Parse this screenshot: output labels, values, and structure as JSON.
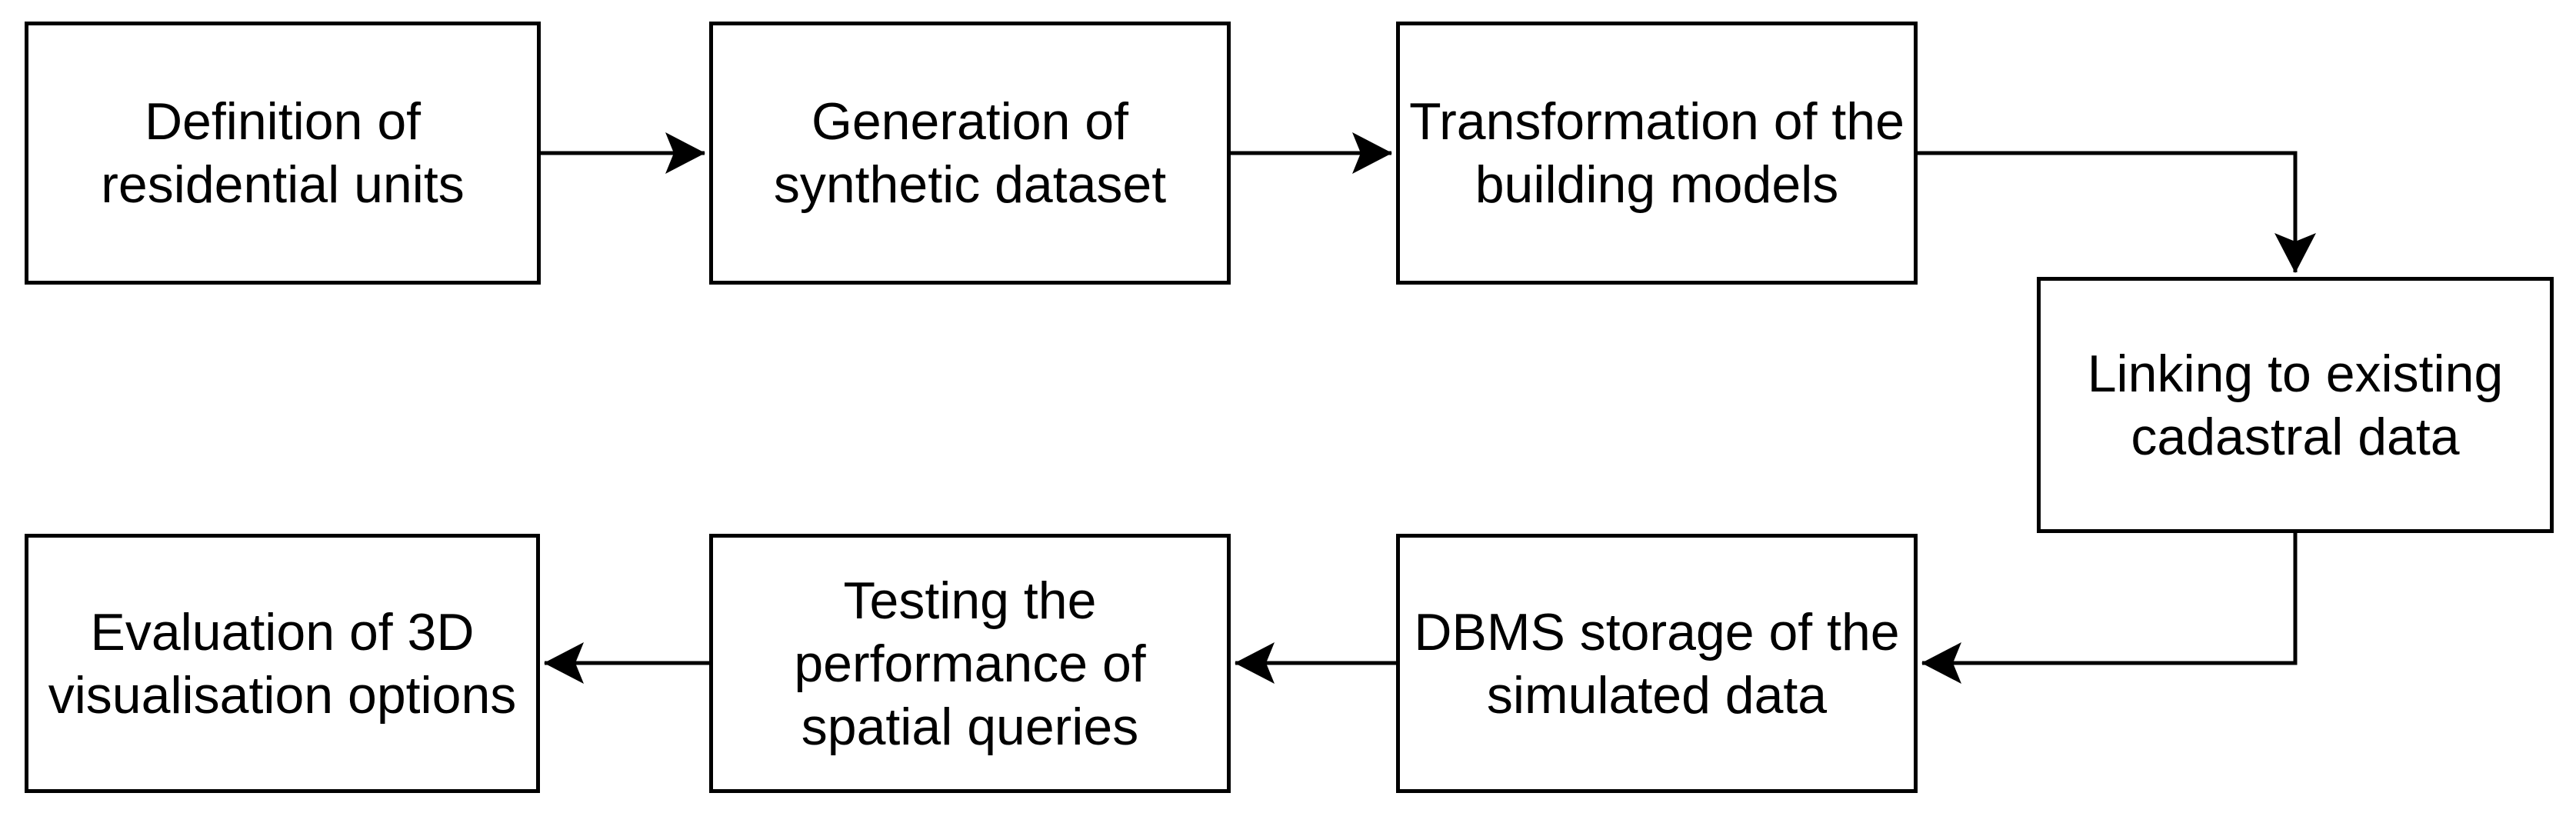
{
  "diagram": {
    "type": "flowchart",
    "background_color": "#ffffff",
    "stroke_color": "#000000",
    "text_color": "#000000",
    "nodes": [
      {
        "id": "definition-residential-units",
        "label": "Definition of\nresidential units"
      },
      {
        "id": "generation-synthetic-dataset",
        "label": "Generation of\nsynthetic dataset"
      },
      {
        "id": "transformation-building-models",
        "label": "Transformation of the\nbuilding models"
      },
      {
        "id": "linking-cadastral-data",
        "label": "Linking to existing\ncadastral data"
      },
      {
        "id": "dbms-storage-simulated-data",
        "label": "DBMS storage of the\nsimulated data"
      },
      {
        "id": "testing-spatial-queries",
        "label": "Testing the\nperformance of\nspatial queries"
      },
      {
        "id": "evaluation-3d-visualisation",
        "label": "Evaluation of 3D\nvisualisation options"
      }
    ],
    "edges": [
      {
        "from": "definition-residential-units",
        "to": "generation-synthetic-dataset",
        "direction": "right"
      },
      {
        "from": "generation-synthetic-dataset",
        "to": "transformation-building-models",
        "direction": "right"
      },
      {
        "from": "transformation-building-models",
        "to": "linking-cadastral-data",
        "direction": "right-then-down"
      },
      {
        "from": "linking-cadastral-data",
        "to": "dbms-storage-simulated-data",
        "direction": "down-then-left"
      },
      {
        "from": "dbms-storage-simulated-data",
        "to": "testing-spatial-queries",
        "direction": "left"
      },
      {
        "from": "testing-spatial-queries",
        "to": "evaluation-3d-visualisation",
        "direction": "left"
      }
    ]
  }
}
